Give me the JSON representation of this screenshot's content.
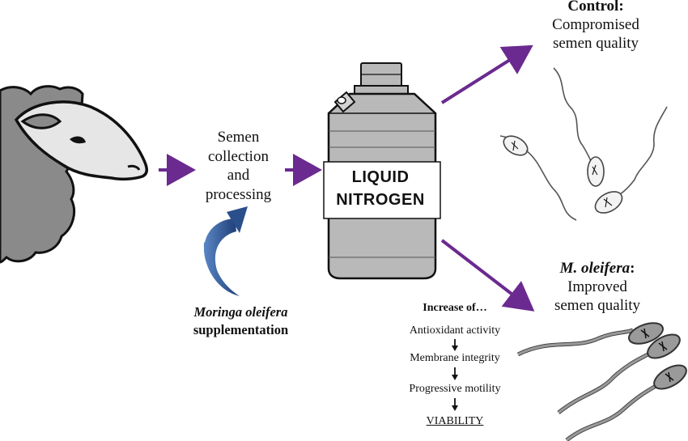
{
  "steps": {
    "semen_processing": [
      "Semen",
      "collection",
      "and",
      "processing"
    ],
    "supplement": {
      "title": "Moringa oleifera",
      "subtitle": "supplementation"
    }
  },
  "tank": {
    "label_line1": "LIQUID",
    "label_line2": "NITROGEN"
  },
  "outcomes": {
    "control": {
      "title": "Control:",
      "line1": "Compromised",
      "line2": "semen quality"
    },
    "treated": {
      "title": "M. oleifera",
      "title_suffix": ":",
      "line1": "Improved",
      "line2": "semen quality"
    }
  },
  "effects": {
    "heading": "Increase of…",
    "chain": [
      "Antioxidant activity",
      "Membrane integrity",
      "Progressive motility",
      "VIABILITY"
    ]
  },
  "colors": {
    "arrow": "#6b2a8f",
    "curved_arrow": "#2a4f8a",
    "tank": "#b9b9b9",
    "sheep_wool": "#8a8a8a",
    "sheep_face": "#e6e6e6"
  }
}
